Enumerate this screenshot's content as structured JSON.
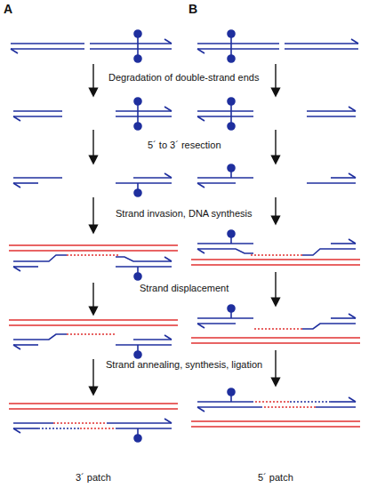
{
  "diagram": {
    "labels": [
      "A",
      "B",
      "Degradation of double-strand ends",
      "5´ to 3´ resection",
      "Strand invasion, DNA synthesis",
      "Strand displacement",
      "Strand annealing, synthesis, ligation",
      "3´ patch",
      "5´ patch"
    ]
  }
}
